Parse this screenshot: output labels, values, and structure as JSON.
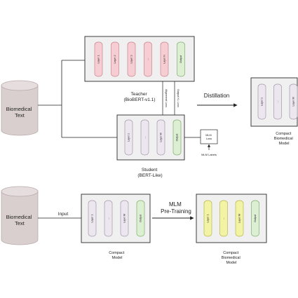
{
  "colors": {
    "cylinder_fill": "#d9cfcf",
    "box_fill": "#f0f0f0",
    "box_stroke": "#2a2a2a",
    "pink": "#f6cdd3",
    "pink_stroke": "#c9838e",
    "lilac": "#ece6ee",
    "lilac_stroke": "#a698ad",
    "green": "#dcefd2",
    "green_stroke": "#7fae6e",
    "yellow": "#f3f3a6",
    "yellow_stroke": "#b8b64c"
  },
  "top": {
    "source": "Biomedical\nText",
    "teacher": {
      "caption": "Teacher\n(BioBERT-v1.1)",
      "layers": [
        "Layer 1",
        "Layer 2",
        "Layer 3",
        "...",
        "Layer N",
        "Output"
      ]
    },
    "student": {
      "caption": "Student\n(BERT-Like)",
      "layers": [
        "Layer 1",
        "...",
        "Layer M",
        "Output"
      ]
    },
    "alignment_loss": "Alignment Loss",
    "output_kl_loss": "Output KL Loss",
    "mlm_loss": "MLM\nLoss",
    "mlm_labels": "MLM Labels",
    "distillation": "Distillation",
    "result": {
      "caption": "Compact\nBiomedical\nModel",
      "layers": [
        "Layer 1",
        "...",
        "Layer M"
      ]
    }
  },
  "bottom": {
    "source": "Biomedical\nText",
    "input_label": "Input",
    "compact": {
      "caption": "Compact\nModel",
      "layers": [
        "Layer 1",
        "...",
        "Layer M",
        "Output"
      ]
    },
    "pretraining": "MLM\nPre-Training",
    "result": {
      "caption": "Compact\nBiomedical\nModel",
      "layers": [
        "Layer 1",
        "...",
        "Layer M",
        "Output"
      ]
    }
  }
}
